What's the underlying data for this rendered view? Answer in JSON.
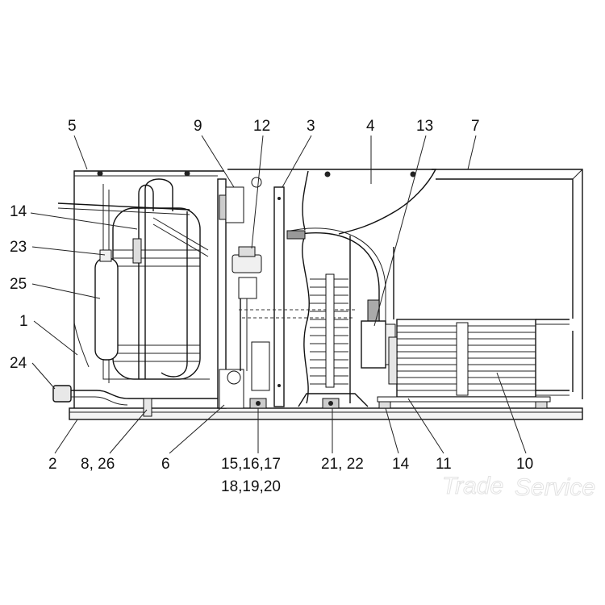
{
  "callouts": [
    {
      "id": "c5",
      "text": "5"
    },
    {
      "id": "c9",
      "text": "9"
    },
    {
      "id": "c12",
      "text": "12"
    },
    {
      "id": "c3",
      "text": "3"
    },
    {
      "id": "c4",
      "text": "4"
    },
    {
      "id": "c13",
      "text": "13"
    },
    {
      "id": "c7",
      "text": "7"
    },
    {
      "id": "c14a",
      "text": "14"
    },
    {
      "id": "c23",
      "text": "23"
    },
    {
      "id": "c25",
      "text": "25"
    },
    {
      "id": "c1",
      "text": "1"
    },
    {
      "id": "c24",
      "text": "24"
    },
    {
      "id": "c2",
      "text": "2"
    },
    {
      "id": "c8_26",
      "text": "8, 26"
    },
    {
      "id": "c6",
      "text": "6"
    },
    {
      "id": "c15",
      "text": "15,16,17"
    },
    {
      "id": "c18",
      "text": "18,19,20"
    },
    {
      "id": "c21_22",
      "text": "21, 22"
    },
    {
      "id": "c14b",
      "text": "14"
    },
    {
      "id": "c11",
      "text": "11"
    },
    {
      "id": "c10",
      "text": "10"
    }
  ],
  "watermark": {
    "word1": "Trade",
    "word2": "Service"
  }
}
